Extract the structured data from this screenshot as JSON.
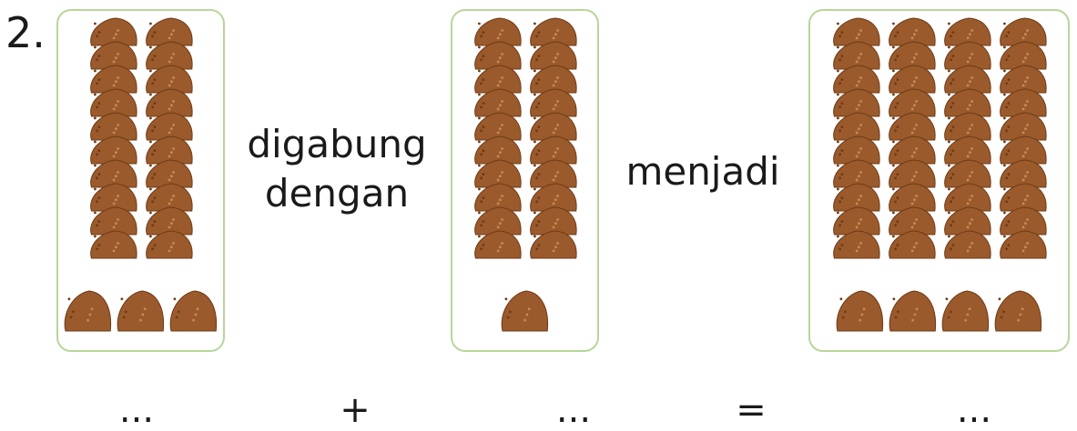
{
  "problem_number": "2.",
  "words": {
    "joined_with": "digabung dengan",
    "becomes": "menjadi"
  },
  "equation": {
    "blank_1": "...",
    "plus": "+",
    "blank_2": "...",
    "equals": "=",
    "blank_3": "..."
  },
  "groups": [
    {
      "tall_stacks": 2,
      "stack_height": 10,
      "singles": 3
    },
    {
      "tall_stacks": 2,
      "stack_height": 10,
      "singles": 1
    },
    {
      "tall_stacks": 4,
      "stack_height": 10,
      "singles": 4
    }
  ],
  "colors": {
    "frame_border": "#b7d69a",
    "cookie_fill": "#9a5a2b",
    "cookie_dark": "#6e3b17",
    "cookie_speck": "#c98a55"
  }
}
